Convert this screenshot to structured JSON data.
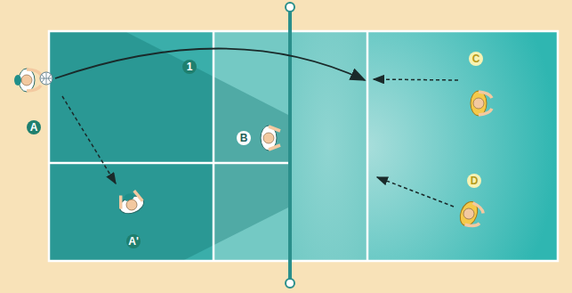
{
  "diagram": {
    "labels": [
      "1",
      "A",
      "A'",
      "B",
      "C",
      "D"
    ]
  }
}
